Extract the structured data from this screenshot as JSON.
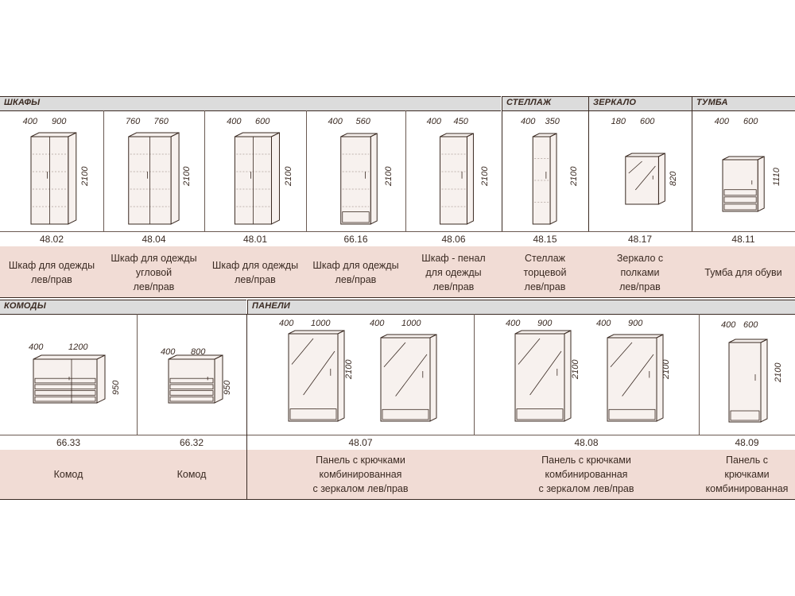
{
  "sections": {
    "shkafy": "ШКАФЫ",
    "stellazh": "СТЕЛЛАЖ",
    "zerkalo": "ЗЕРКАЛО",
    "tumba": "ТУМБА",
    "komody": "КОМОДЫ",
    "paneli": "ПАНЕЛИ"
  },
  "row1": [
    {
      "code": "48.02",
      "desc": "Шкаф для одежды\nлев/прав",
      "w": "400",
      "d": "900",
      "h": "2100"
    },
    {
      "code": "48.04",
      "desc": "Шкаф для одежды\nугловой\nлев/прав",
      "w": "760",
      "d": "760",
      "h": "2100"
    },
    {
      "code": "48.01",
      "desc": "Шкаф для одежды\nлев/прав",
      "w": "400",
      "d": "600",
      "h": "2100"
    },
    {
      "code": "66.16",
      "desc": "Шкаф для одежды\nлев/прав",
      "w": "400",
      "d": "560",
      "h": "2100"
    },
    {
      "code": "48.06",
      "desc": "Шкаф - пенал\nдля одежды\nлев/прав",
      "w": "400",
      "d": "450",
      "h": "2100"
    },
    {
      "code": "48.15",
      "desc": "Стеллаж торцевой\nлев/прав",
      "w": "400",
      "d": "350",
      "h": "2100"
    },
    {
      "code": "48.17",
      "desc": "Зеркало  с\nполками\nлев/прав",
      "w": "180",
      "d": "600",
      "h": "820"
    },
    {
      "code": "48.11",
      "desc": "Тумба для обуви",
      "w": "400",
      "d": "600",
      "h": "1110"
    }
  ],
  "row2": [
    {
      "code": "66.33",
      "desc": "Комод",
      "w": "400",
      "d": "1200",
      "h": "950"
    },
    {
      "code": "66.32",
      "desc": "Комод",
      "w": "400",
      "d": "800",
      "h": "950"
    },
    {
      "code": "48.07",
      "desc": "Панель с крючками\nкомбинированная\nс зеркалом лев/прав",
      "w": "400",
      "d": "1000",
      "h": "2100",
      "w2": "400",
      "d2": "1000"
    },
    {
      "code": "48.08",
      "desc": "Панель с крючками\nкомбинированная\nс зеркалом лев/прав",
      "w": "400",
      "d": "900",
      "h": "2100",
      "w2": "400",
      "d2": "900",
      "h2": "2100"
    },
    {
      "code": "48.09",
      "desc": "Панель с крючками\nкомбинированная",
      "w": "400",
      "d": "600",
      "h": "2100"
    }
  ]
}
